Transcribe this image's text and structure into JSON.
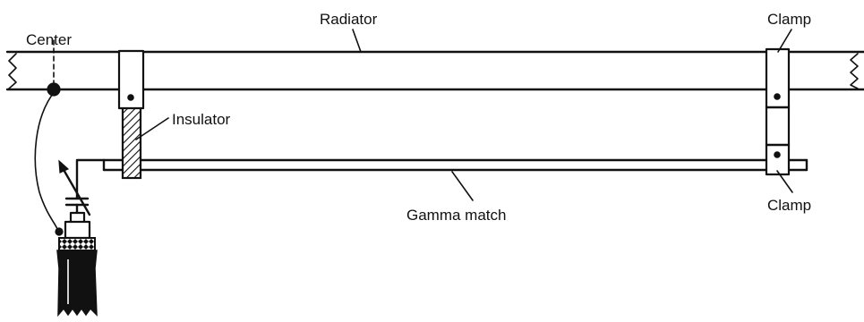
{
  "labels": {
    "center": "Center",
    "radiator": "Radiator",
    "clamp_top": "Clamp",
    "insulator": "Insulator",
    "gamma_match": "Gamma match",
    "clamp_bottom": "Clamp"
  },
  "colors": {
    "line": "#111111",
    "background": "#ffffff"
  }
}
